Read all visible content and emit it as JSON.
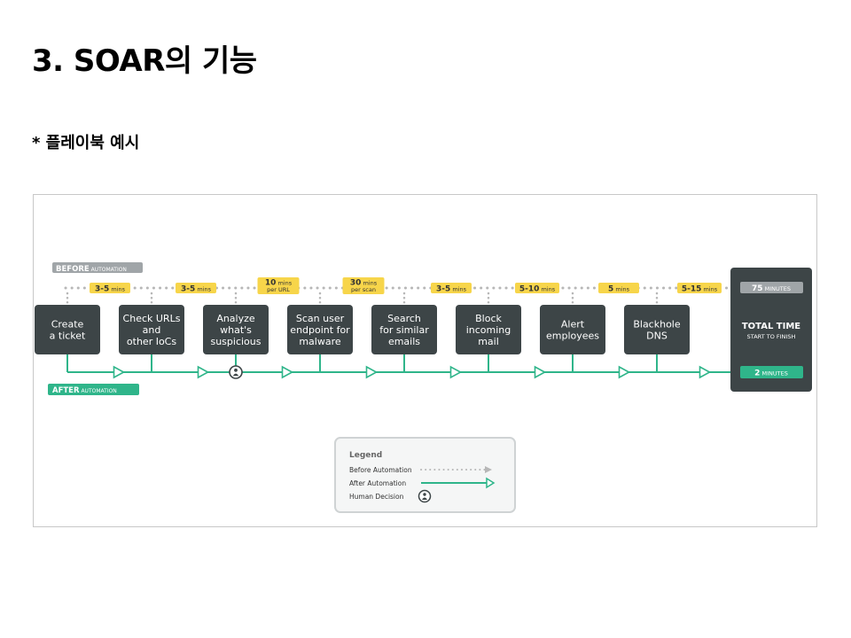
{
  "slide": {
    "title": "3. SOAR의 기능",
    "subtitle": "* 플레이북 예시"
  },
  "diagram": {
    "before_badge": {
      "main": "BEFORE",
      "small": "AUTOMATION"
    },
    "after_badge": {
      "main": "AFTER",
      "small": "AUTOMATION"
    },
    "steps": [
      {
        "lines": [
          "Create",
          "a ticket"
        ]
      },
      {
        "lines": [
          "Check URLs",
          "and",
          "other IoCs"
        ]
      },
      {
        "lines": [
          "Analyze",
          "what's",
          "suspicious"
        ]
      },
      {
        "lines": [
          "Scan user",
          "endpoint for",
          "malware"
        ]
      },
      {
        "lines": [
          "Search",
          "for similar",
          "emails"
        ]
      },
      {
        "lines": [
          "Block",
          "incoming",
          "mail"
        ]
      },
      {
        "lines": [
          "Alert",
          "employees"
        ]
      },
      {
        "lines": [
          "Blackhole",
          "DNS"
        ]
      }
    ],
    "durations": [
      {
        "value": "3-5",
        "unit": "mins",
        "sub": ""
      },
      {
        "value": "3-5",
        "unit": "mins",
        "sub": ""
      },
      {
        "value": "10",
        "unit": "mins",
        "sub": "per URL"
      },
      {
        "value": "30",
        "unit": "mins",
        "sub": "per scan"
      },
      {
        "value": "3-5",
        "unit": "mins",
        "sub": ""
      },
      {
        "value": "5-10",
        "unit": "mins",
        "sub": ""
      },
      {
        "value": "5",
        "unit": "mins",
        "sub": ""
      },
      {
        "value": "5-15",
        "unit": "mins",
        "sub": ""
      }
    ],
    "total": {
      "title": "TOTAL TIME",
      "subtitle": "START TO FINISH",
      "before": {
        "value": "75",
        "unit": "MINUTES"
      },
      "after": {
        "value": "2",
        "unit": "MINUTES"
      }
    },
    "human_decision_step_index": 2,
    "legend": {
      "title": "Legend",
      "items": [
        "Before Automation",
        "After Automation",
        "Human Decision"
      ]
    },
    "colors": {
      "box": "#3d4547",
      "after_green": "#2fb58a",
      "duration_yellow": "#f7d54a",
      "before_gray": "#a0a5a8",
      "dotted": "#b7b7b7"
    }
  }
}
